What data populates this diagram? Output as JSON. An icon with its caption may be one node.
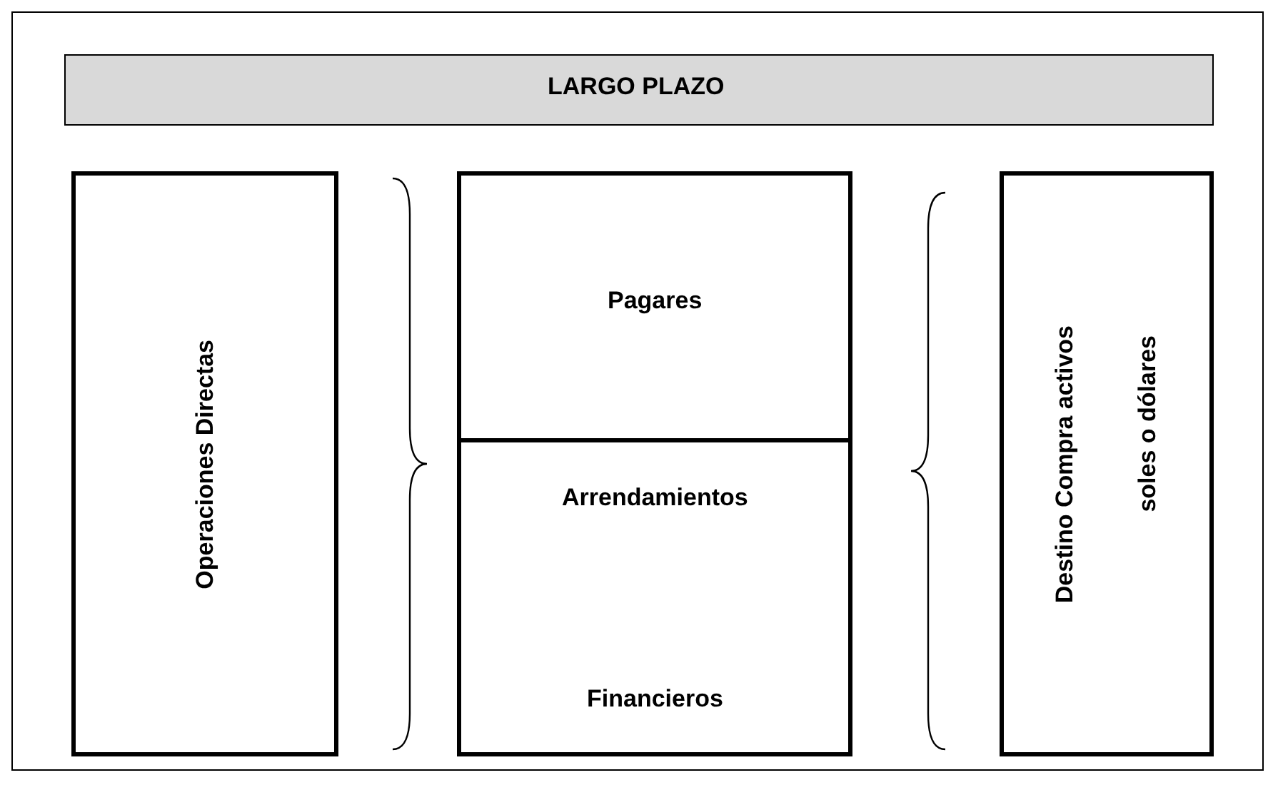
{
  "diagram": {
    "nodes": [
      {
        "text": [
          "LARGO PLAZO"
        ]
      },
      {
        "text": [
          "Operaciones Directas"
        ]
      },
      {
        "text": [
          "Pagares"
        ]
      },
      {
        "text": [
          "Arrendamientos",
          "Financieros"
        ]
      },
      {
        "text": [
          "Destino Compra activos",
          "soles o dólares"
        ]
      }
    ]
  }
}
